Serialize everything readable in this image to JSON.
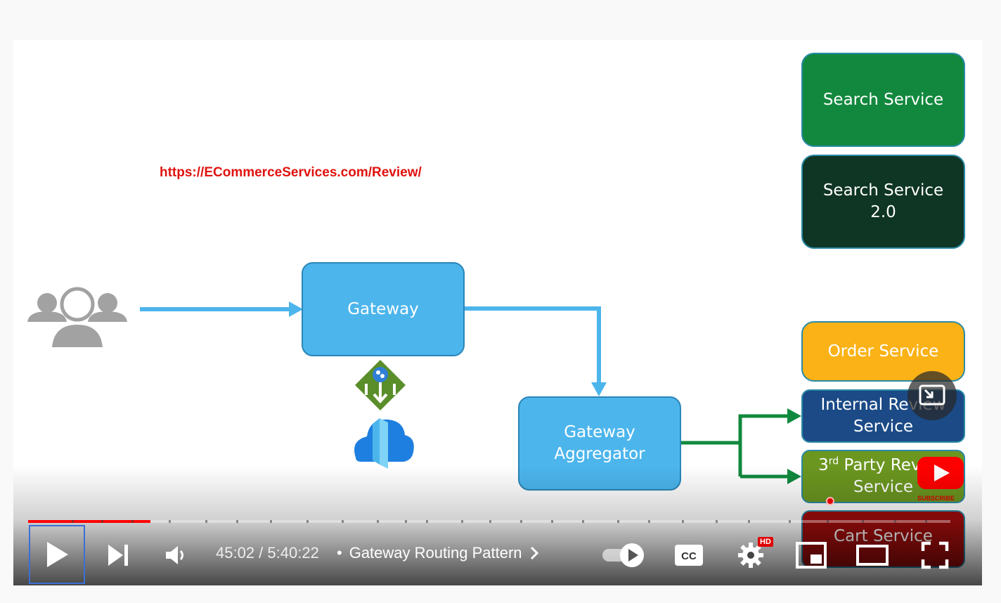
{
  "slide": {
    "url_text": "https://ECommerceServices.com/Review/",
    "gateway_label": "Gateway",
    "aggregator_label_line1": "Gateway",
    "aggregator_label_line2": "Aggregator",
    "services": {
      "search": "Search Service",
      "search2_line1": "Search Service",
      "search2_line2": "2.0",
      "order": "Order Service",
      "internal_review_line1": "Internal Review",
      "internal_review_line2": "Service",
      "third_party_sup": "rd",
      "third_party_prefix": "3",
      "third_party_line1_rest": " Party Review",
      "third_party_line2": "Service",
      "cart": "Cart Service"
    },
    "colors": {
      "gateway_blue": "#4cb5ec",
      "arrow_blue": "#4cb5ec",
      "arrow_green": "#10893e",
      "search_service": "#12883e",
      "search_service_2": "#0f3524",
      "order_service": "#fbb216",
      "internal_review": "#1b4a86",
      "third_party_review": "#6b9620",
      "cart_service": "#9e0c0c",
      "url_red": "#e0120f"
    }
  },
  "player": {
    "current_time": "45:02",
    "separator": " / ",
    "duration": "5:40:22",
    "bullet": "•",
    "chapter_title": "Gateway Routing Pattern",
    "progress_fraction": 0.1328,
    "hd_badge": "HD",
    "subscribe_label": "SUBSCRIBE",
    "icons": {
      "play": "play-icon",
      "next": "next-icon",
      "volume": "volume-icon",
      "chapter_chevron": "chevron-right-icon",
      "autoplay": "autoplay-toggle-icon",
      "captions": "captions-icon",
      "settings": "gear-icon",
      "miniplayer": "miniplayer-icon",
      "theater": "theater-mode-icon",
      "fullscreen": "fullscreen-icon",
      "cast": "cast-icon",
      "youtube": "youtube-logo-icon"
    }
  }
}
